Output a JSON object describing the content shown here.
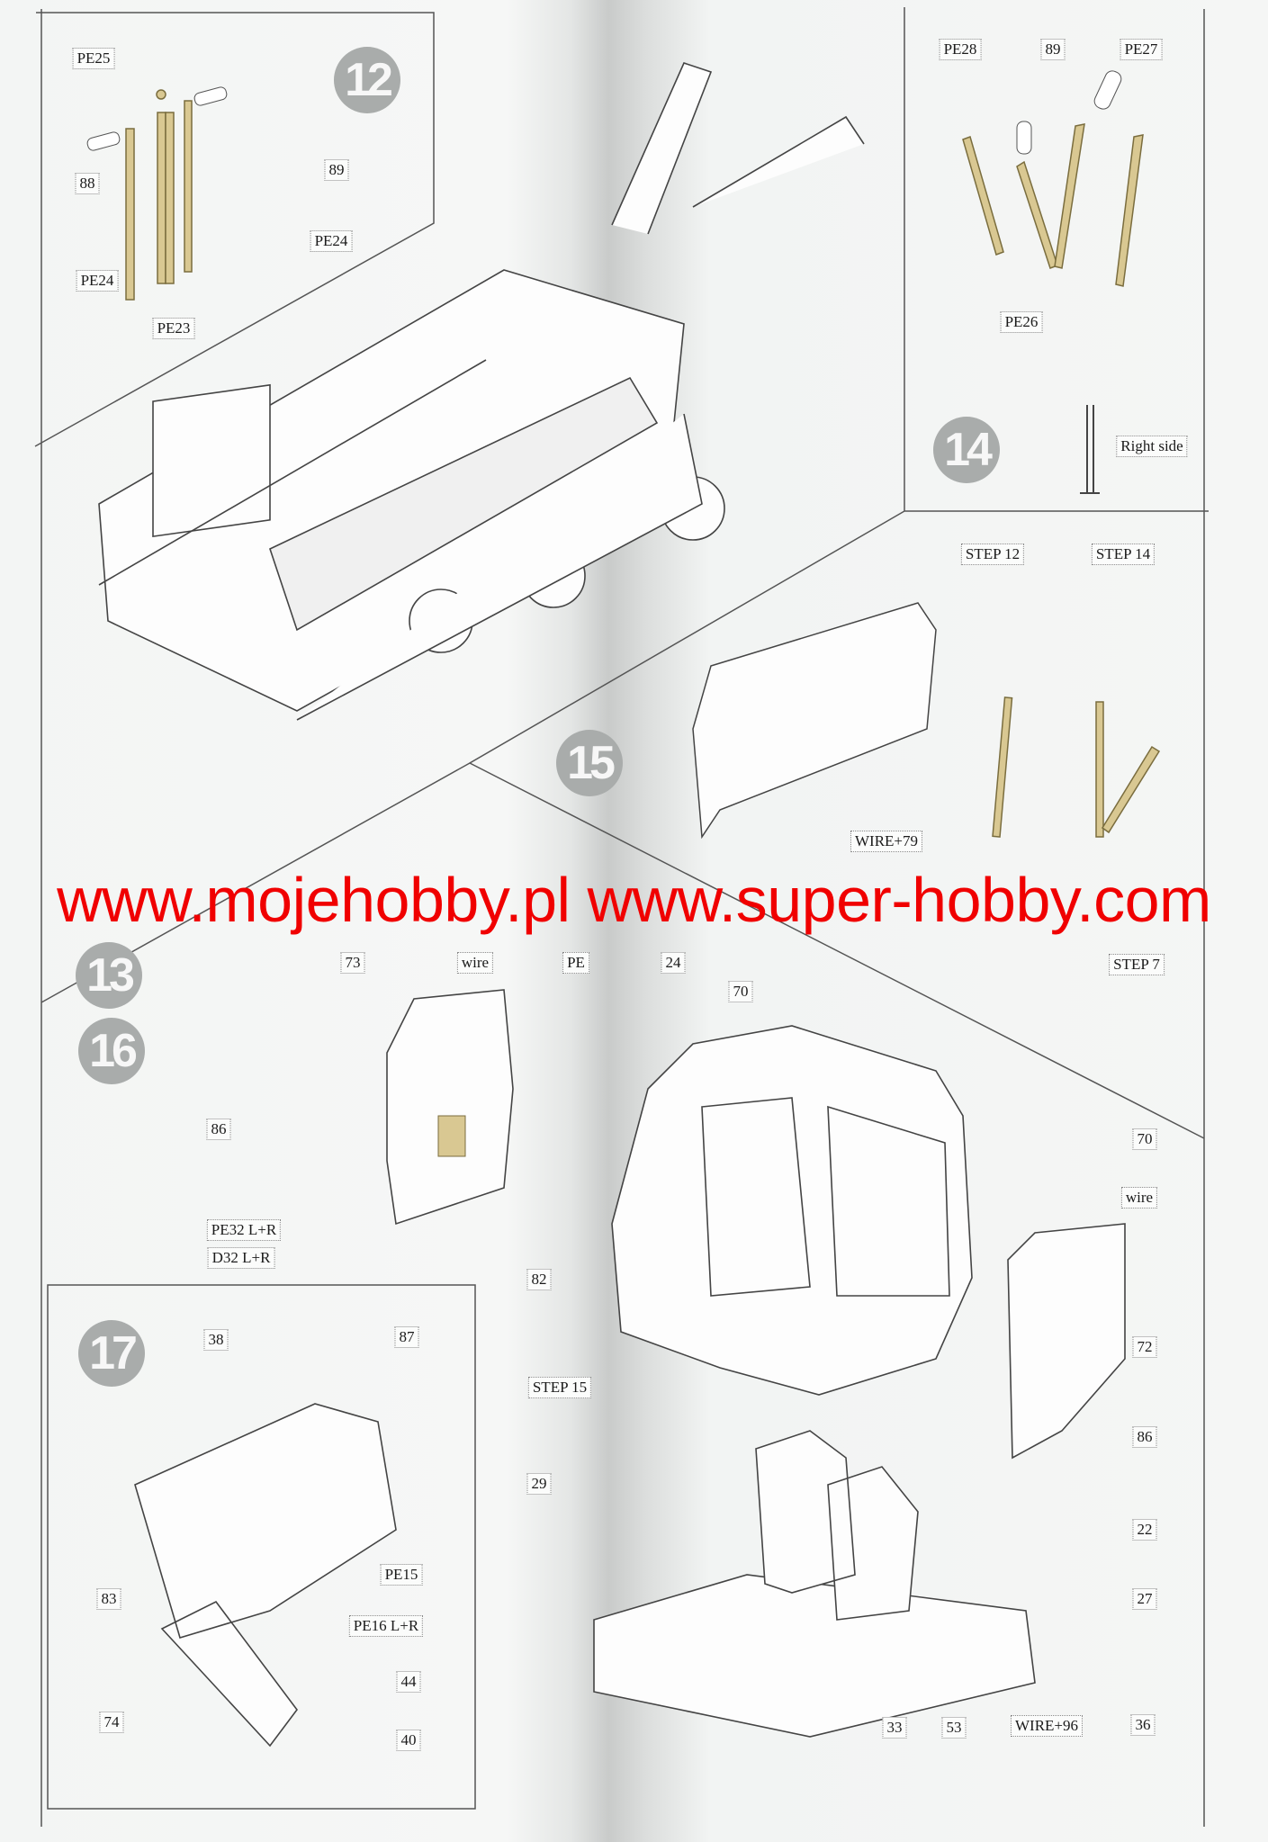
{
  "steps": {
    "s12": "12",
    "s13": "13",
    "s14": "14",
    "s15": "15",
    "s16": "16",
    "s17": "17"
  },
  "step12": {
    "pe25": "PE25",
    "p89": "89",
    "p88": "88",
    "pe24a": "PE24",
    "pe24b": "PE24",
    "pe23": "PE23"
  },
  "step14": {
    "pe28": "PE28",
    "p89": "89",
    "pe27": "PE27",
    "pe26": "PE26",
    "right_side": "Right side"
  },
  "step15": {
    "ref12": "STEP 12",
    "ref14": "STEP 14",
    "wire79": "WIRE+79",
    "ref7": "STEP 7",
    "p73": "73",
    "wire": "wire",
    "pe": "PE",
    "p24": "24",
    "p70": "70"
  },
  "step16": {
    "p86a": "86",
    "pe32": "PE32 L+R",
    "d32": "D32 L+R",
    "p82": "82",
    "p70": "70",
    "wire": "wire",
    "p72": "72",
    "p86b": "86",
    "ref15": "STEP 15",
    "p29": "29",
    "p22": "22",
    "p27": "27",
    "p33": "33",
    "p53": "53",
    "wire96": "WIRE+96",
    "p36": "36"
  },
  "step17": {
    "p38": "38",
    "p87": "87",
    "p83": "83",
    "pe15": "PE15",
    "pe16": "PE16 L+R",
    "p44": "44",
    "p74": "74",
    "p40": "40"
  },
  "watermark": "www.mojehobby.pl www.super-hobby.com",
  "colors": {
    "brass": "#d9c892",
    "watermark": "#f00000",
    "step_badge": "#a9acab"
  }
}
